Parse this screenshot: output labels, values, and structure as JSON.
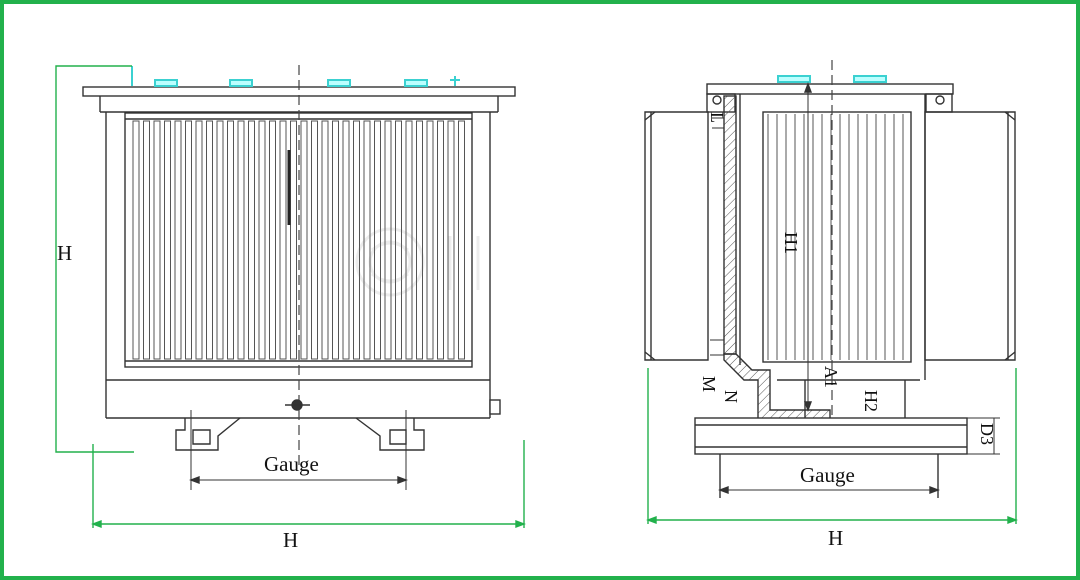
{
  "front_view": {
    "height_label": "H",
    "gauge_label": "Gauge",
    "width_label": "H"
  },
  "side_view": {
    "gauge_label": "Gauge",
    "width_label": "H",
    "dim_h1": "H1",
    "dim_a1": "A1",
    "dim_h2": "H2",
    "dim_m": "M",
    "dim_n": "N",
    "dim_d3": "D3",
    "dim_l": "L"
  },
  "colors": {
    "border": "#22b14c",
    "dimension": "#22b14c",
    "outline": "#333333",
    "bushing": "#3bd1d1"
  }
}
